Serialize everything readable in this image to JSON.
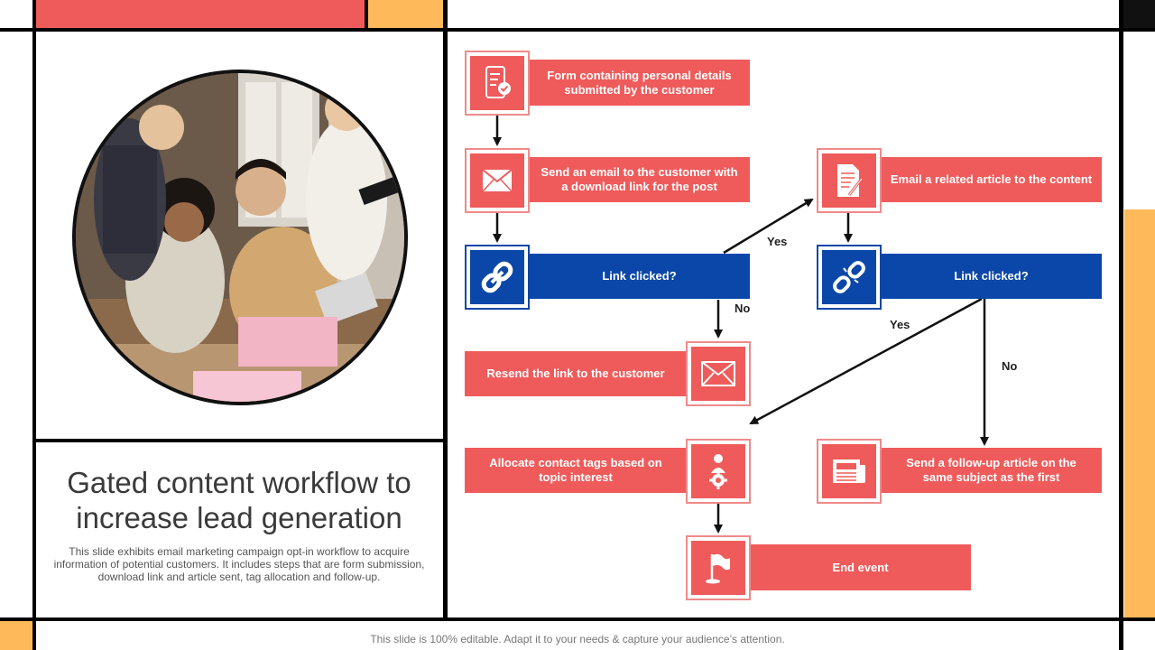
{
  "slide": {
    "title": "Gated content workflow to increase lead generation",
    "description": "This slide exhibits email marketing campaign opt-in workflow to acquire information of potential customers. It includes steps that are form submission, download link and article sent, tag allocation and follow-up.",
    "footer": "This slide is 100% editable. Adapt it to your needs & capture your audience’s attention."
  },
  "colors": {
    "red": "#ef5b5b",
    "blue": "#0b47a8",
    "yellow": "#fdb95a",
    "border": "#000000"
  },
  "flow": {
    "form": {
      "label": "Form containing personal details submitted by the customer",
      "icon": "form-checklist-icon"
    },
    "send_email": {
      "label": "Send an email to the customer with a download link for the post",
      "icon": "envelope-icon"
    },
    "link_clicked_1": {
      "label": "Link clicked?",
      "icon": "link-icon"
    },
    "resend": {
      "label": "Resend the link to the customer",
      "icon": "envelope-icon"
    },
    "allocate": {
      "label": "Allocate contact tags based on topic interest",
      "icon": "person-gear-icon"
    },
    "end": {
      "label": "End event",
      "icon": "flag-icon"
    },
    "email_article": {
      "label": "Email a related article to the content",
      "icon": "document-pen-icon"
    },
    "link_clicked_2": {
      "label": "Link clicked?",
      "icon": "broken-link-icon"
    },
    "followup": {
      "label": "Send a follow-up article on the same subject as the first",
      "icon": "newspaper-icon"
    }
  },
  "connectors": {
    "yes": "Yes",
    "no": "No"
  }
}
